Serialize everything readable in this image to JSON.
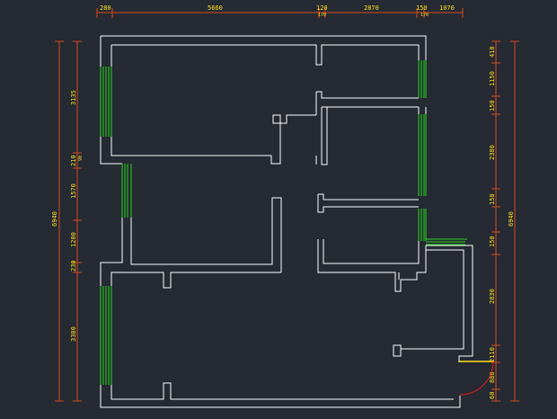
{
  "colors": {
    "background": "#252a33",
    "wall": "#ffffff",
    "window": "#28d61c",
    "dimension_line": "#d64a1c",
    "dimension_text": "#ffe11c",
    "door_arc": "#e01c1c"
  },
  "dimensions": {
    "top": [
      "280",
      "5660",
      "120",
      "2870",
      "150",
      "1070"
    ],
    "top_small": [
      "170",
      "170"
    ],
    "left": [
      "3135",
      "210",
      "1570",
      "1200",
      "230",
      "3380"
    ],
    "left_small": "90",
    "left_total": "6940",
    "right": [
      "410",
      "1150",
      "150",
      "2380",
      "150",
      "150",
      "2830",
      "2110",
      "880",
      "60"
    ],
    "right_total": "6940"
  }
}
